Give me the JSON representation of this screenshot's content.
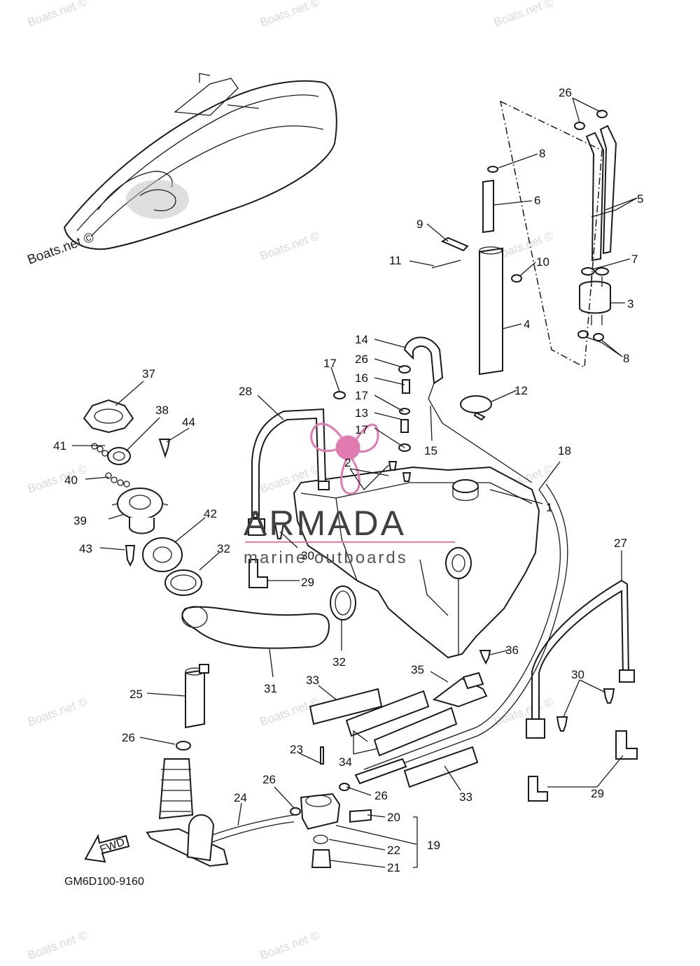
{
  "watermarks": [
    "Boats.net ©",
    "Boats.net ©",
    "Boats.net ©",
    "Boats.net ©",
    "Boats.net ©",
    "Boats.net ©",
    "Boats.net ©",
    "Boats.net ©",
    "Boats.net ©",
    "Boats.net ©",
    "Boats.net ©",
    "Boats.net ©",
    "Boats.net ©"
  ],
  "boat_watermark": "Boats.net ©",
  "logo": {
    "name": "ARMADA",
    "tagline": "marine outboards",
    "accent_color": "#e07ab0"
  },
  "fwd_label": "FWD",
  "diagram_code": "GM6D100-9160",
  "callouts": [
    "26",
    "8",
    "6",
    "5",
    "9",
    "11",
    "10",
    "7",
    "3",
    "4",
    "14",
    "26",
    "17",
    "16",
    "17",
    "13",
    "17",
    "12",
    "8",
    "37",
    "28",
    "38",
    "44",
    "41",
    "15",
    "2",
    "18",
    "40",
    "1",
    "39",
    "42",
    "43",
    "32",
    "30",
    "29",
    "27",
    "36",
    "31",
    "32",
    "33",
    "35",
    "25",
    "30",
    "26",
    "34",
    "29",
    "23",
    "26",
    "24",
    "26",
    "33",
    "20",
    "19",
    "22",
    "21"
  ]
}
